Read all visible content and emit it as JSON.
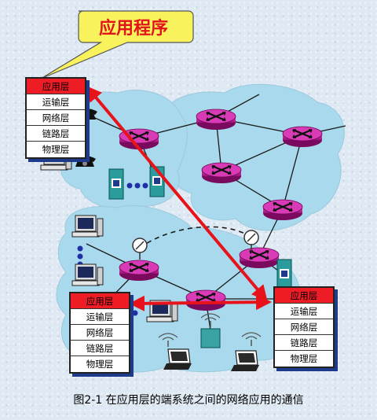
{
  "callout": {
    "label": "应用程序"
  },
  "stacks": {
    "top_left": [
      "应用层",
      "运输层",
      "网络层",
      "链路层",
      "物理层"
    ],
    "bottom_left": [
      "应用层",
      "运输层",
      "网络层",
      "链路层",
      "物理层"
    ],
    "bottom_right": [
      "应用层",
      "运输层",
      "网络层",
      "链路层",
      "物理层"
    ]
  },
  "caption": "图2-1 在应用层的端系统之间的网络应用的通信",
  "colors": {
    "router": "#c81a9c",
    "arrow": "#e8131a",
    "callout_fill": "#f8f25c",
    "network_cloud": "#a9d9ec"
  }
}
